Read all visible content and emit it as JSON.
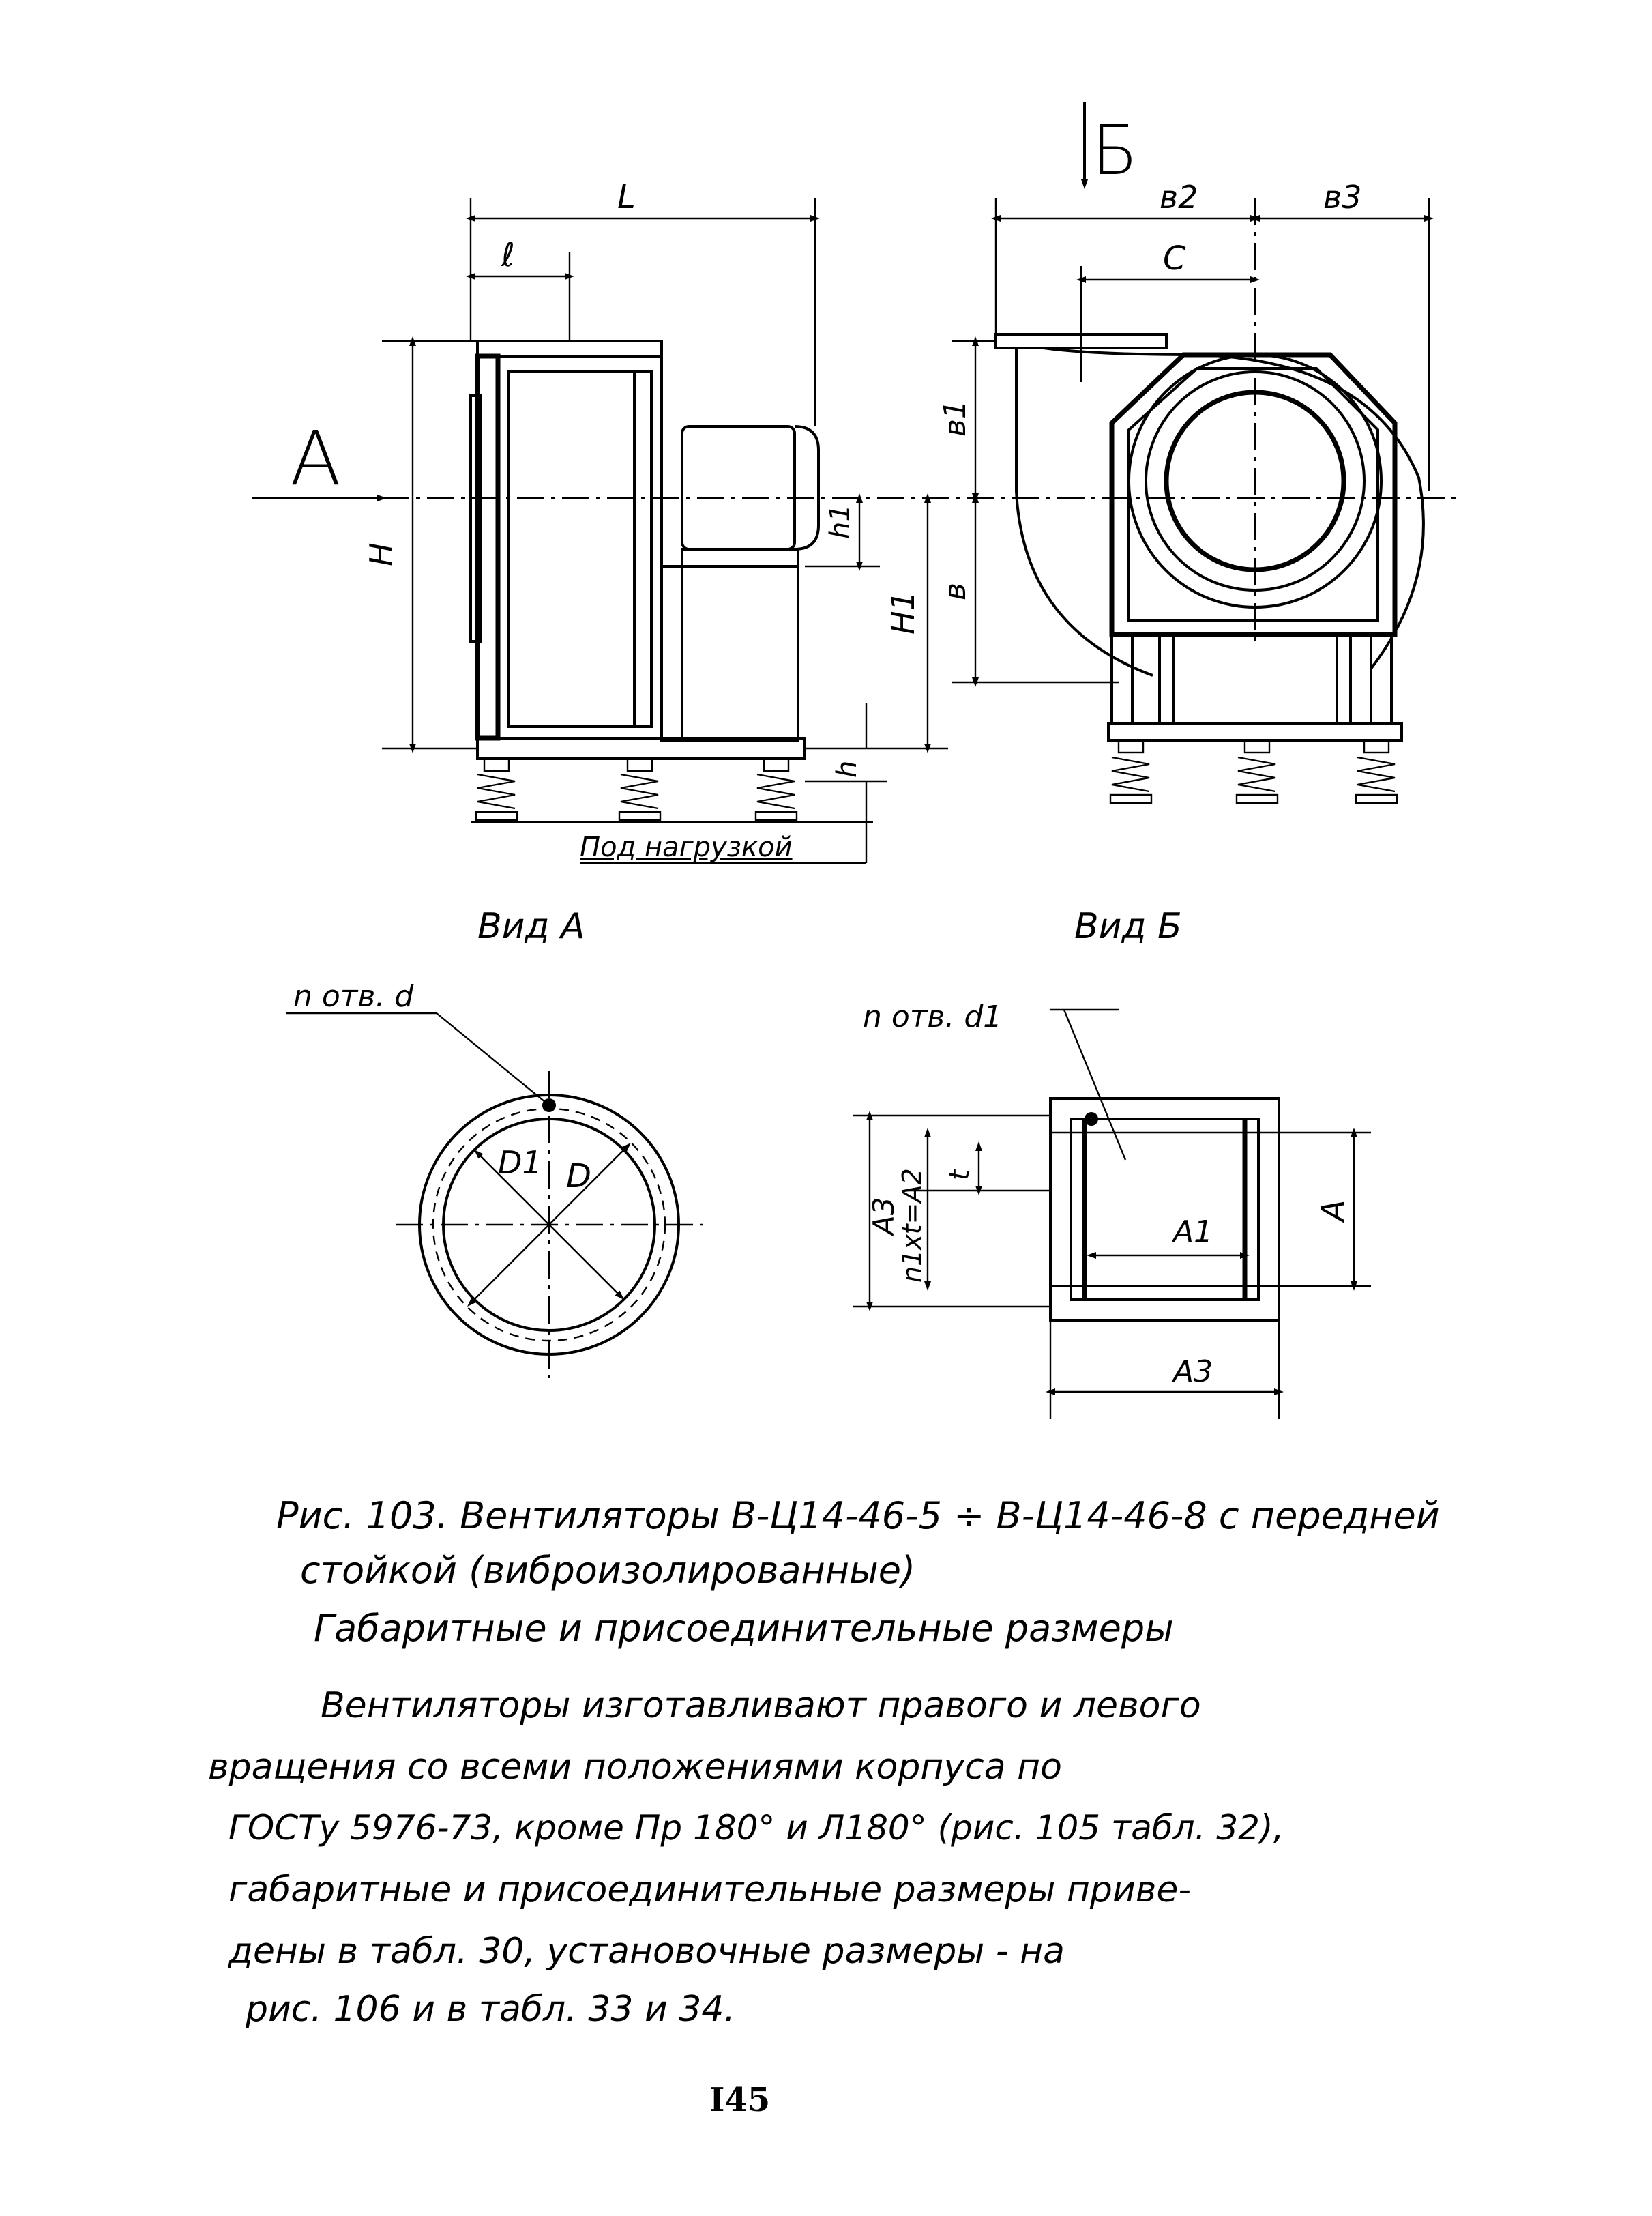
{
  "labels": {
    "L": "L",
    "l": "ℓ",
    "H": "H",
    "H1": "H1",
    "h1": "h1",
    "h": "h",
    "A_arrow": "A",
    "B_arrow": "Б",
    "b1": "в1",
    "b2": "в2",
    "b3": "в3",
    "b": "в",
    "C": "C",
    "load": "Под нагрузкой",
    "view_a": "Вид А",
    "view_b": "Вид Б",
    "holes_d": "n отв. d",
    "holes_d1": "n отв. d1",
    "D1": "D1",
    "D": "D",
    "A3_left": "A3",
    "n1t": "n1xt=A2",
    "t": "t",
    "A1": "A1",
    "A_right": "A",
    "A3_bottom": "A3"
  },
  "caption": {
    "line1": "Рис. 103. Вентиляторы В-Ц14-46-5 ÷ В-Ц14-46-8 с передней",
    "line2": "стойкой (виброизолированные)",
    "line3": "Габаритные и присоединительные размеры"
  },
  "body_text": {
    "line1": "Вентиляторы изготавливают правого и левого",
    "line2": "вращения со всеми положениями корпуса по",
    "line3": "ГОСТу 5976-73, кроме Пр 180° и Л180° (рис. 105 табл. 32),",
    "line4": "габаритные и присоединительные размеры приве-",
    "line5": "дены в табл. 30, установочные размеры - на",
    "line6": "рис. 106 и в табл. 33 и 34."
  },
  "page_number": "I45"
}
